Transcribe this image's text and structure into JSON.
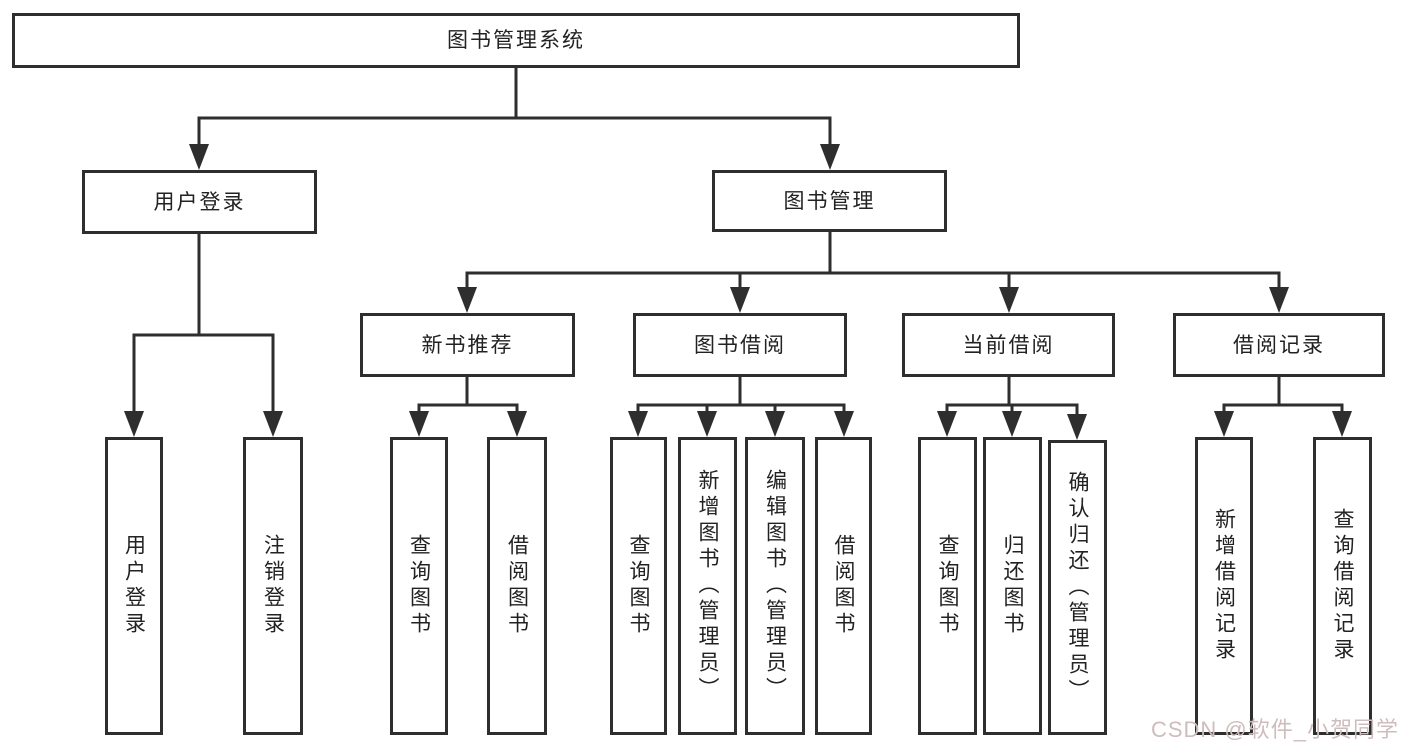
{
  "tree": {
    "root": {
      "label": "图书管理系统",
      "children": [
        {
          "label": "用户登录",
          "children": [
            {
              "label": "用户登录"
            },
            {
              "label": "注销登录"
            }
          ]
        },
        {
          "label": "图书管理",
          "children": [
            {
              "label": "新书推荐",
              "children": [
                {
                  "label": "查询图书"
                },
                {
                  "label": "借阅图书"
                }
              ]
            },
            {
              "label": "图书借阅",
              "children": [
                {
                  "label": "查询图书"
                },
                {
                  "label": "新增图书（管理员）"
                },
                {
                  "label": "编辑图书（管理员）"
                },
                {
                  "label": "借阅图书"
                }
              ]
            },
            {
              "label": "当前借阅",
              "children": [
                {
                  "label": "查询图书"
                },
                {
                  "label": "归还图书"
                },
                {
                  "label": "确认归还（管理员）"
                }
              ]
            },
            {
              "label": "借阅记录",
              "children": [
                {
                  "label": "新增借阅记录"
                },
                {
                  "label": "查询借阅记录"
                }
              ]
            }
          ]
        }
      ]
    }
  },
  "watermark": {
    "text": "CSDN @软件_小贺同学"
  },
  "colors": {
    "line": "#2e2e2e",
    "box_border": "#2e2e2e",
    "text": "#222222",
    "watermark": "#cfbcbc",
    "background": "#ffffff"
  }
}
